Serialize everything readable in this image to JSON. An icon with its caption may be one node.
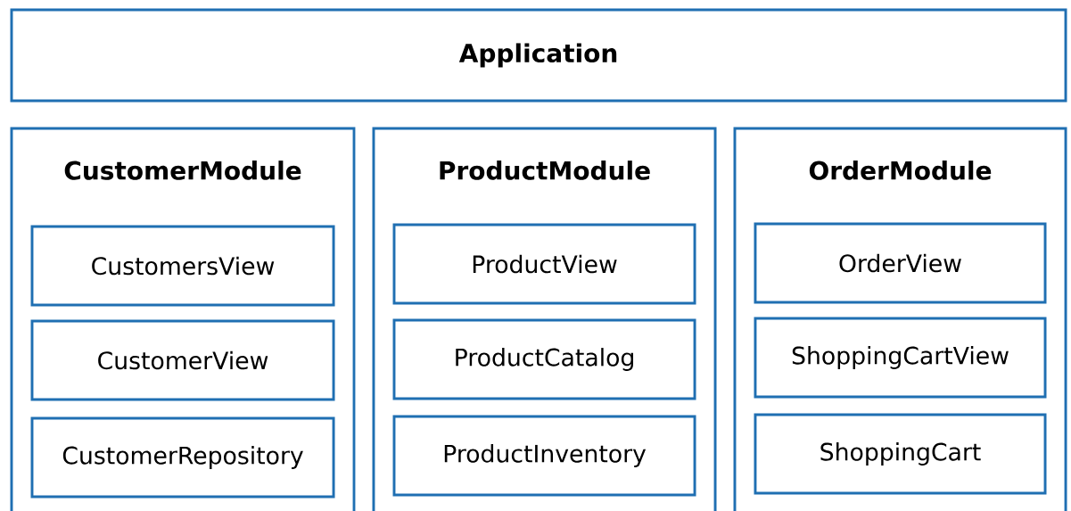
{
  "diagram": {
    "nodes": [
      {
        "text": [
          "Application"
        ]
      },
      {
        "text": [
          "CustomerModule"
        ]
      },
      {
        "text": [
          "CustomersView"
        ],
        "in": 1
      },
      {
        "text": [
          "CustomerView"
        ],
        "in": 1
      },
      {
        "text": [
          "CustomerRepository"
        ],
        "in": 1
      },
      {
        "text": [
          "ProductModule"
        ]
      },
      {
        "text": [
          "ProductView"
        ],
        "in": 5
      },
      {
        "text": [
          "ProductCatalog"
        ],
        "in": 5
      },
      {
        "text": [
          "ProductInventory"
        ],
        "in": 5
      },
      {
        "text": [
          "OrderModule"
        ]
      },
      {
        "text": [
          "OrderView"
        ],
        "in": 9
      },
      {
        "text": [
          "ShoppingCartView"
        ],
        "in": 9
      },
      {
        "text": [
          "ShoppingCart"
        ],
        "in": 9
      }
    ]
  }
}
